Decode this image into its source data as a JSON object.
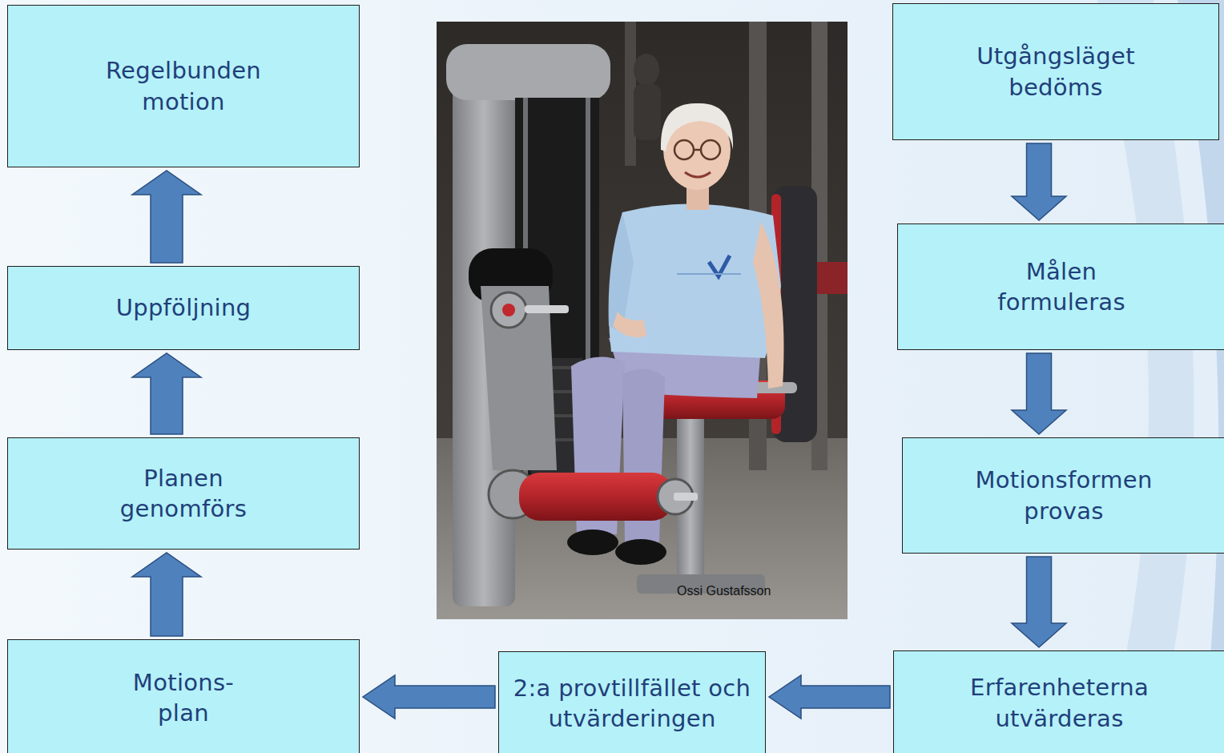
{
  "diagram": {
    "nodes": [
      {
        "text": [
          "Utgångsläget bedöms"
        ]
      },
      {
        "text": [
          "Målen formuleras"
        ]
      },
      {
        "text": [
          "Motionsformen provas"
        ]
      },
      {
        "text": [
          "Erfarenheterna utvärderas"
        ]
      },
      {
        "text": [
          "2:a provtillfället och utvärderingen"
        ]
      },
      {
        "text": [
          "Motions- plan"
        ]
      },
      {
        "text": [
          "Planen genomförs"
        ]
      },
      {
        "text": [
          "Uppföljning"
        ]
      },
      {
        "text": [
          "Regelbunden motion"
        ]
      }
    ],
    "edges": [
      {
        "from": 0,
        "to": 1,
        "arrow": "to"
      },
      {
        "from": 1,
        "to": 2,
        "arrow": "to"
      },
      {
        "from": 2,
        "to": 3,
        "arrow": "to"
      },
      {
        "from": 3,
        "to": 4,
        "arrow": "to"
      },
      {
        "from": 4,
        "to": 5,
        "arrow": "to"
      },
      {
        "from": 5,
        "to": 6,
        "arrow": "to"
      },
      {
        "from": 6,
        "to": 7,
        "arrow": "to"
      },
      {
        "from": 7,
        "to": 8,
        "arrow": "to"
      }
    ],
    "labels": [
      "Ossi Gustafsson"
    ]
  }
}
